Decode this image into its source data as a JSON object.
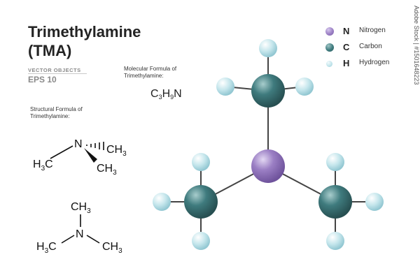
{
  "title_line1": "Trimethylamine",
  "title_line2": "(TMA)",
  "vector_objects": "VECTOR OBJECTS",
  "eps": "EPS 10",
  "molecular_formula_label": "Molecular Formula of Trimethylamine:",
  "structural_formula_label": "Structural Formula of Trimethylamine:",
  "formula": {
    "c": "C",
    "c_n": "3",
    "h": "H",
    "h_n": "9",
    "n": "N"
  },
  "legend": [
    {
      "symbol": "N",
      "name": "Nitrogen",
      "color": "#9b7fc4"
    },
    {
      "symbol": "C",
      "name": "Carbon",
      "color": "#3f7b7e"
    },
    {
      "symbol": "H",
      "name": "Hydrogen",
      "color": "#bfe3ea"
    }
  ],
  "skeletal": {
    "n": "N",
    "left": "H",
    "left_sub": "3",
    "left_c": "C",
    "right": "CH",
    "right_sub": "3"
  },
  "lewis": {
    "top": "CH",
    "top_sub": "3",
    "n": "N",
    "left": "H",
    "left_sub": "3",
    "left_c": "C",
    "right": "CH",
    "right_sub": "3"
  },
  "watermark": "Adobe Stock | #1501648223",
  "colors": {
    "nitrogen": "#9b7fc4",
    "carbon": "#3f7b7e",
    "hydrogen": "#bfe3ea",
    "bond": "#444444"
  }
}
